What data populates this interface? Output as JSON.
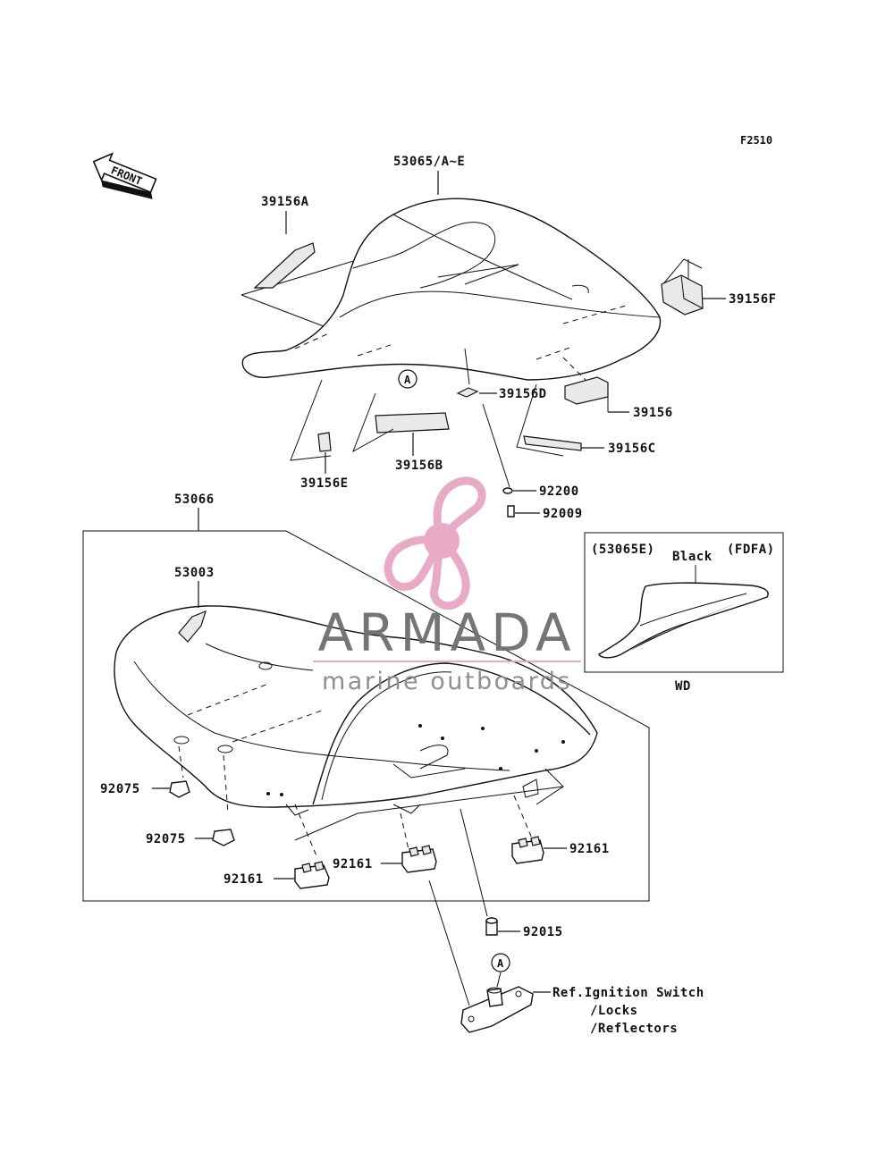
{
  "figure_code": "F2510",
  "front_label": "FRONT",
  "labels": {
    "p53065": "53065/A~E",
    "p39156A": "39156A",
    "p39156F": "39156F",
    "pA1": "A",
    "p39156D": "39156D",
    "p39156": "39156",
    "p39156B": "39156B",
    "p39156C": "39156C",
    "p39156E": "39156E",
    "p92200": "92200",
    "p92009": "92009",
    "p53066": "53066",
    "p53003": "53003",
    "p92075a": "92075",
    "p92075b": "92075",
    "p92161a": "92161",
    "p92161b": "92161",
    "p92161c": "92161",
    "p92015": "92015",
    "pA2": "A",
    "ref1": "Ref.Ignition Switch",
    "ref2": "/Locks",
    "ref3": "/Reflectors"
  },
  "inset": {
    "model": "(53065E)",
    "color": "Black",
    "code": "(FDFA)",
    "caption": "WD"
  },
  "watermark": {
    "title": "ARMADA",
    "subtitle": "marine outboards",
    "accent_color": "#e8a6c4"
  }
}
